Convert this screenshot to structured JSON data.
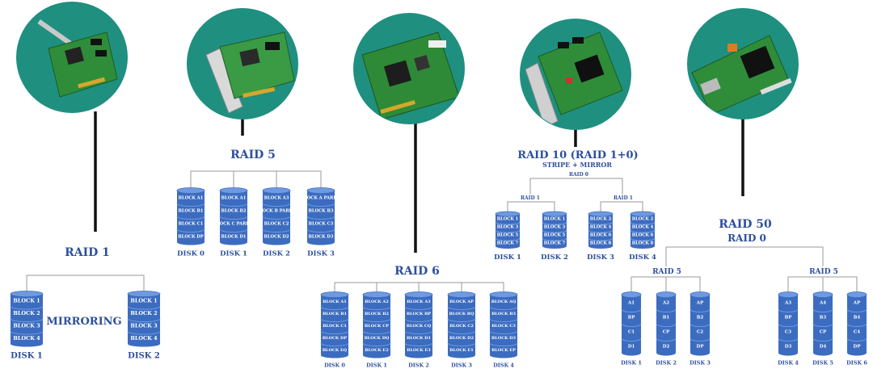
{
  "colors": {
    "teal": "#1f8f80",
    "disk_blue": "#3c6cc0",
    "disk_light": "#6f9ae0",
    "text_blue": "#2d4f9c",
    "line": "#9a9a9a",
    "stem": "#111111"
  },
  "card_images": [
    "raid-card-icon",
    "raid-card-icon",
    "raid-card-icon",
    "raid-card-icon",
    "raid-card-icon"
  ],
  "raid1": {
    "title": "RAID 1",
    "mirror_label": "MIRRORING",
    "disks": [
      {
        "label": "DISK 1",
        "blocks": [
          "BLOCK 1",
          "BLOCK 2",
          "BLOCK 3",
          "BLOCK 4"
        ]
      },
      {
        "label": "DISK 2",
        "blocks": [
          "BLOCK 1",
          "BLOCK 2",
          "BLOCK 3",
          "BLOCK 4"
        ]
      }
    ]
  },
  "raid5": {
    "title": "RAID 5",
    "disks": [
      {
        "label": "DISK 0",
        "blocks": [
          "BLOCK A1",
          "BLOCK B1",
          "BLOCK C1",
          "BLOCK DP"
        ]
      },
      {
        "label": "DISK 1",
        "blocks": [
          "BLOCK A1",
          "BLOCK B2",
          "BLOCK C PARITY",
          "BLOCK D1"
        ]
      },
      {
        "label": "DISK 2",
        "blocks": [
          "BLOCK A3",
          "BLOCK B PARITY",
          "BLOCK C2",
          "BLOCK D2"
        ]
      },
      {
        "label": "DISK 3",
        "blocks": [
          "BLOCK A PARITY",
          "BLOCK B3",
          "BLOCK C3",
          "BLOCK D3"
        ]
      }
    ]
  },
  "raid6": {
    "title": "RAID 6",
    "disks": [
      {
        "label": "DISK 0",
        "blocks": [
          "BLOCK A1",
          "BLOCK B1",
          "BLOCK C1",
          "BLOCK DP",
          "BLOCK EQ"
        ]
      },
      {
        "label": "DISK 1",
        "blocks": [
          "BLOCK A2",
          "BLOCK B2",
          "BLOCK CP",
          "BLOCK DQ",
          "BLOCK E2"
        ]
      },
      {
        "label": "DISK 2",
        "blocks": [
          "BLOCK A3",
          "BLOCK BP",
          "BLOCK CQ",
          "BLOCK D1",
          "BLOCK E3"
        ]
      },
      {
        "label": "DISK 3",
        "blocks": [
          "BLOCK AP",
          "BLOCK BQ",
          "BLOCK C2",
          "BLOCK D2",
          "BLOCK E1"
        ]
      },
      {
        "label": "DISK 4",
        "blocks": [
          "BLOCK AQ",
          "BLOCK B3",
          "BLOCK C3",
          "BLOCK D3",
          "BLOCK EP"
        ]
      }
    ]
  },
  "raid10": {
    "title": "RAID 10 (RAID 1+0)",
    "subtitle": "STRIPE + MIRROR",
    "raid0_label": "RAID 0",
    "raid1_labels": [
      "RAID 1",
      "RAID 1"
    ],
    "disks": [
      {
        "label": "DISK 1",
        "blocks": [
          "BLOCK 1",
          "BLOCK 3",
          "BLOCK 5",
          "BLOCK 7"
        ]
      },
      {
        "label": "DISK 2",
        "blocks": [
          "BLOCK 1",
          "BLOCK 3",
          "BLOCK 5",
          "BLOCK 7"
        ]
      },
      {
        "label": "DISK 3",
        "blocks": [
          "BLOCK 2",
          "BLOCK 4",
          "BLOCK 6",
          "BLOCK 8"
        ]
      },
      {
        "label": "DISK 4",
        "blocks": [
          "BLOCK 2",
          "BLOCK 4",
          "BLOCK 6",
          "BLOCK 8"
        ]
      }
    ]
  },
  "raid50": {
    "title": "RAID 50",
    "raid0_label": "RAID 0",
    "raid5_labels": [
      "RAID 5",
      "RAID 5"
    ],
    "disks": [
      {
        "label": "DISK 1",
        "blocks": [
          "A1",
          "BP",
          "C1",
          "D1"
        ]
      },
      {
        "label": "DISK 2",
        "blocks": [
          "A2",
          "B1",
          "CP",
          "D2"
        ]
      },
      {
        "label": "DISK 3",
        "blocks": [
          "AP",
          "B2",
          "C2",
          "DP"
        ]
      },
      {
        "label": "DISK 4",
        "blocks": [
          "A3",
          "BP",
          "C3",
          "D3"
        ]
      },
      {
        "label": "DISK 5",
        "blocks": [
          "A4",
          "B3",
          "CP",
          "D4"
        ]
      },
      {
        "label": "DISK 6",
        "blocks": [
          "AP",
          "B4",
          "C4",
          "DP"
        ]
      }
    ]
  }
}
